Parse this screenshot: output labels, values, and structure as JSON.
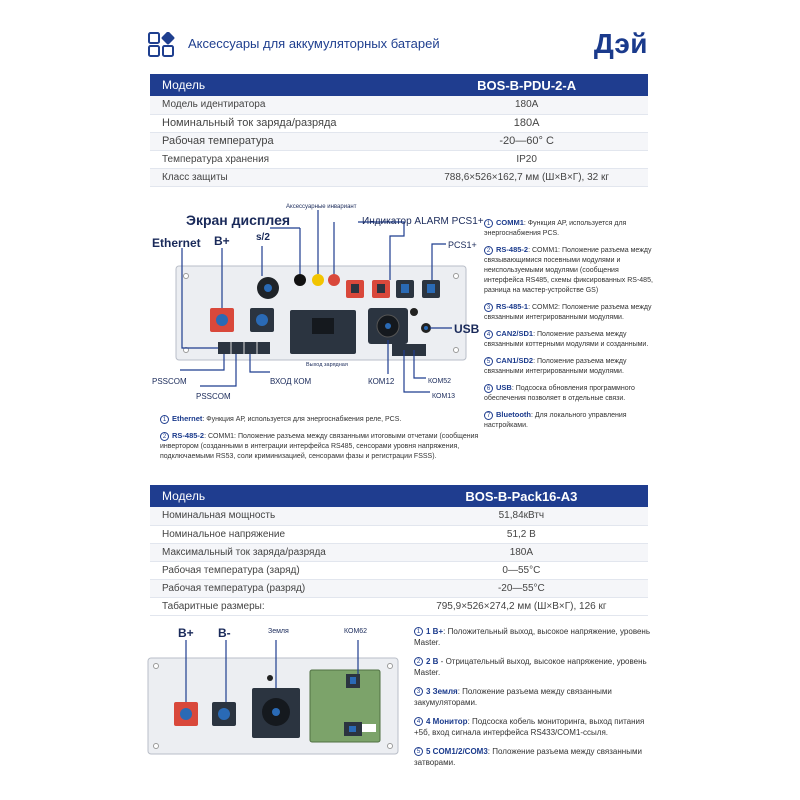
{
  "header": {
    "title": "Аксессуары для аккумуляторных батарей",
    "brand": "Дэй"
  },
  "table1": {
    "head_label": "Модель",
    "head_value": "BOS-B-PDU-2-A",
    "rows": [
      {
        "label": "Модель идентиратора",
        "value": "180A"
      },
      {
        "label": "Номинальный ток заряда/разряда",
        "value": "180A"
      },
      {
        "label": "Рабочая температура",
        "value": "-20—60° C"
      },
      {
        "label": "Температура хранения",
        "value": "IP20"
      },
      {
        "label": "Класс защиты",
        "value": "788,6×526×162,7 мм (Ш×В×Г), 32 кг"
      }
    ]
  },
  "diagram1": {
    "labels": {
      "screen": "Экран дисплея",
      "ethernet": "Ethernet",
      "bplus": "B+",
      "s2": "s/2",
      "accessory": "Аксессуарные инвариант",
      "alarm": "Индикатор ALARM PCS1+",
      "pcs1": "PCS1+",
      "usb": "USB",
      "psscom1": "PSSCOM",
      "psscom2": "PSSCOM",
      "vhod": "ВХОД КОМ",
      "vyhod": "Выход зарядная",
      "kom12": "КОМ12",
      "kom52": "КОМ52",
      "kom13": "КОМ13"
    }
  },
  "notes1_right": [
    {
      "num": "1",
      "key": "COMM1",
      "text": ": Функция АР, используется для энергоснабжения PCS."
    },
    {
      "num": "2",
      "key": "RS-485-2",
      "text": ": COMM1: Положение разъема между связывающимися посевными модулями и неиспользуемыми модулями (сообщения интерфейса RS485, схемы фиксированных RS-485, разница на мастер-устройстве GS)"
    },
    {
      "num": "3",
      "key": "RS-485-1",
      "text": ": COMM2: Положение разъема между связанными интегрированными модулями."
    },
    {
      "num": "4",
      "key": "CAN2/SD1",
      "text": ": Положение разъема между связанными коттерными модулями и созданными."
    },
    {
      "num": "5",
      "key": "CAN1/SD2",
      "text": ": Положение разъема между связанными интегрированными модулями."
    },
    {
      "num": "6",
      "key": "USB",
      "text": ": Подсоска обновления программного обеспечения позволяет в отдельные связи."
    },
    {
      "num": "7",
      "key": "Bluetooth",
      "text": ": Для локального управления настройками."
    }
  ],
  "notes1_bottom": [
    {
      "num": "1",
      "key": "Ethernet",
      "text": ": Функция АР, используется для энергоснабжения реле, PCS."
    },
    {
      "num": "2",
      "key": "RS-485-2",
      "text": ": COMM1: Положение разъема между связанными итоговыми отчетами (сообщения инвертором (созданными в интеграции интерфейса RS485, сенсорами уровня напряжения, подключаемыми RS53, соли криминизацией, сенсорами фазы и регистрации FSSS)."
    }
  ],
  "table2": {
    "head_label": "Модель",
    "head_value": "BOS-B-Pack16-A3",
    "rows": [
      {
        "label": "Номинальная мощность",
        "value": "51,84кВтч"
      },
      {
        "label": "Номинальное напряжение",
        "value": "51,2 В"
      },
      {
        "label": "Максимальный ток заряда/разряда",
        "value": "180A"
      },
      {
        "label": "Рабочая температура (заряд)",
        "value": "0—55°C"
      },
      {
        "label": "Рабочая температура (разряд)",
        "value": "-20—55°C"
      },
      {
        "label": "Табаритные размеры:",
        "value": "795,9×526×274,2 мм (Ш×В×Г), 126 кг"
      }
    ]
  },
  "diagram2": {
    "labels": {
      "bplus": "B+",
      "bminus": "B-",
      "zemlya": "Земля",
      "kom62": "КОМ62"
    }
  },
  "notes2": [
    {
      "num": "1",
      "key": "1 В+",
      "text": ": Положительный выход, высокое напряжение, уровень Master."
    },
    {
      "num": "2",
      "key": "2 В",
      "text": " - Отрицательный выход, высокое напряжение, уровень Master."
    },
    {
      "num": "3",
      "key": "3 Земля",
      "text": ": Положение разъема между связанными закумуляторами."
    },
    {
      "num": "4",
      "key": "4 Монитор",
      "text": ": Подсоска кобель мониторинга, выход питания +5б, вход сигнала интерфейса RS433/COM1-ссыля."
    },
    {
      "num": "5",
      "key": "5 COM1/2/COM3",
      "text": ": Положение разъема между связанными затворами."
    }
  ],
  "colors": {
    "accent": "#1f3d8f",
    "connector_red": "#d9483b",
    "connector_blue": "#2a6ab5"
  }
}
